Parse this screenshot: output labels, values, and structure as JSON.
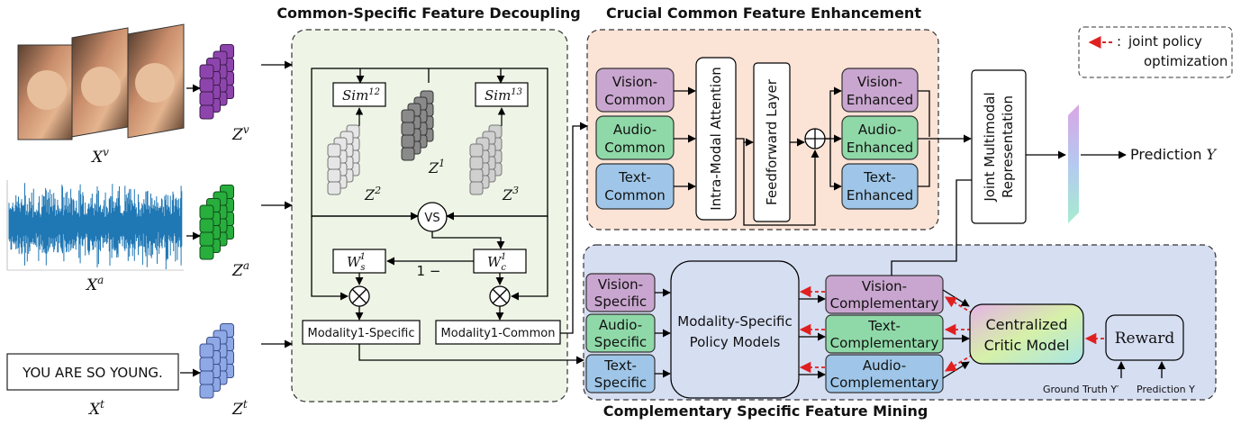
{
  "sections": {
    "decoupling_title": "Common-Specific Feature Decoupling",
    "enhancement_title": "Crucial Common Feature Enhancement",
    "mining_title": "Complementary Specific Feature Mining"
  },
  "legend": {
    "symbol": "- - ▸ :",
    "line1": "joint policy",
    "line2": "optimization",
    "arrow_color": "#e02020"
  },
  "inputs": {
    "vision_label": "X",
    "vision_sup": "v",
    "audio_label": "X",
    "audio_sup": "a",
    "text_label": "X",
    "text_sup": "t",
    "text_sample": "YOU ARE SO YOUNG."
  },
  "features": {
    "zv": "Z",
    "zv_sup": "v",
    "za": "Z",
    "za_sup": "a",
    "zt": "Z",
    "zt_sup": "t",
    "z1": "Z",
    "z1_sup": "1",
    "z2": "Z",
    "z2_sup": "2",
    "z3": "Z",
    "z3_sup": "3"
  },
  "decoupling": {
    "sim12": "Sim",
    "sim12_sup": "12",
    "sim13": "Sim",
    "sim13_sup": "13",
    "vs": "VS",
    "ws": "W",
    "ws_sub": "s",
    "ws_sup": "1",
    "wc": "W",
    "wc_sub": "c",
    "wc_sup": "1",
    "one_minus": "1 −",
    "specific_out": "Modality1-Specific",
    "common_out": "Modality1-Common"
  },
  "enhancement": {
    "vision_common": [
      "Vision-",
      "Common"
    ],
    "audio_common": [
      "Audio-",
      "Common"
    ],
    "text_common": [
      "Text-",
      "Common"
    ],
    "intra_attention": "Intra-Modal Attention",
    "feedforward": "Feedforward Layer",
    "vision_enhanced": [
      "Vision-",
      "Enhanced"
    ],
    "audio_enhanced": [
      "Audio-",
      "Enhanced"
    ],
    "text_enhanced": [
      "Text-",
      "Enhanced"
    ]
  },
  "joint": {
    "label_line1": "Joint Multimodal",
    "label_line2": "Representation",
    "prediction": "Prediction",
    "prediction_var": "Y"
  },
  "mining": {
    "vision_specific": [
      "Vision-",
      "Specific"
    ],
    "audio_specific": [
      "Audio-",
      "Specific"
    ],
    "text_specific": [
      "Text-",
      "Specific"
    ],
    "policy_models": [
      "Modality-Specific",
      "Policy Models"
    ],
    "vision_complementary": [
      "Vision-",
      "Complementary"
    ],
    "text_complementary": [
      "Text-",
      "Complementary"
    ],
    "audio_complementary": [
      "Audio-",
      "Complementary"
    ],
    "critic": [
      "Centralized",
      "Critic Model"
    ],
    "reward": "Reward",
    "ground_truth": "Ground Truth Y′",
    "prediction_small": "Prediction Y"
  },
  "colors": {
    "vision": "#c9a6cf",
    "audio": "#8fd9a8",
    "text": "#9fc6e8",
    "enhancement_bg": "#fbe3d6",
    "decoupling_bg": "#eef5e6",
    "mining_bg": "#d6def2",
    "zv_cube": "#8e44ad",
    "za_cube": "#27ae3c",
    "zt_cube": "#8fa8e6",
    "waveform": "#1f77b4"
  }
}
